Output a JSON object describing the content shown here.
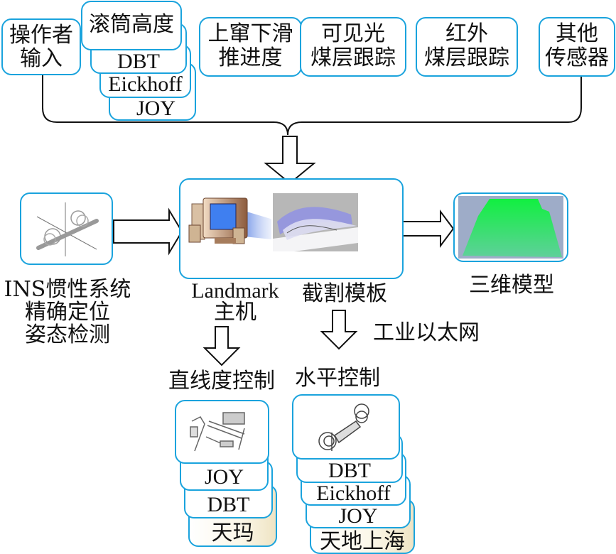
{
  "inputs": {
    "operator": {
      "line1": "操作者",
      "line2": "输入"
    },
    "drum_height": {
      "title": "滚筒高度",
      "vendors": [
        "DBT",
        "Eickhoff",
        "JOY"
      ]
    },
    "advance": {
      "line1": "上窜下滑",
      "line2": "推进度"
    },
    "visible": {
      "line1": "可见光",
      "line2": "煤层跟踪"
    },
    "infrared": {
      "line1": "红外",
      "line2": "煤层跟踪"
    },
    "other": {
      "line1": "其他",
      "line2": "传感器"
    }
  },
  "ins": {
    "line1": "INS惯性系统",
    "line2": "精确定位",
    "line3": "姿态检测",
    "icon": "ins-gyro-icon"
  },
  "host": {
    "label_line1": "Landmark",
    "label_line2": "主机",
    "icon": "computer-icon"
  },
  "template": {
    "label": "截割模板",
    "icon": "cutting-surface-image"
  },
  "model3d": {
    "label": "三维模型",
    "icon": "3d-model-image"
  },
  "network_label": "工业以太网",
  "straightness": {
    "title": "直线度控制",
    "vendors": [
      "JOY",
      "DBT",
      "天玛"
    ],
    "icon": "conveyor-icon"
  },
  "horizontal": {
    "title": "水平控制",
    "vendors": [
      "DBT",
      "Eickhoff",
      "JOY",
      "天地上海"
    ],
    "icon": "shearer-arm-icon"
  },
  "colors": {
    "border": "#1aa3dd",
    "arrow": "#111111",
    "model_green": "#22ee55",
    "model_bg": "#9aabc9"
  }
}
